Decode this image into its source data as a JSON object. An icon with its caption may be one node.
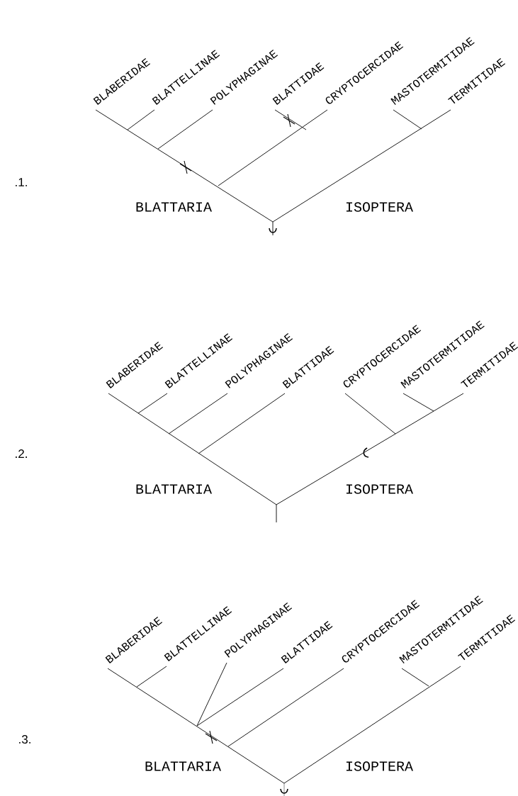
{
  "diagram": {
    "labels": [
      "BLABERIDAE",
      "BLATTELLINAE",
      "POLYPHAGINAE",
      "BLATTIDAE",
      "CRYPTOCERCIDAE",
      "MASTOTERMITIDAE",
      "TERMITIDAE",
      ".1.",
      "BLATTARIA",
      "ISOPTERA",
      "BLABERIDAE",
      "BLATTELLINAE",
      "POLYPHAGINAE",
      "BLATTIDAE",
      "CRYPTOCERCIDAE",
      "MASTOTERMITIDAE",
      "TERMITIDAE",
      ".2.",
      "BLATTARIA",
      "ISOPTERA",
      "BLABERIDAE",
      "BLATTELLINAE",
      "POLYPHAGINAE",
      "BLATTIDAE",
      "CRYPTOCERCIDAE",
      "MASTOTERMITIDAE",
      "TERMITIDAE",
      ".3.",
      "BLATTARIA",
      "ISOPTERA"
    ]
  }
}
